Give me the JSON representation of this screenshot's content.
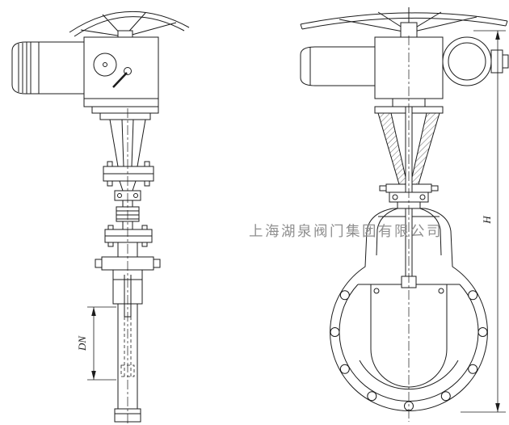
{
  "watermark": {
    "text": "上海湖泉阀门集团有限公司",
    "color": "#8f8f8f"
  },
  "labels": {
    "dn": "DN",
    "height": "H"
  },
  "drawing": {
    "type": "technical-engineering-drawing",
    "subject": "electric actuated knife gate valve, two orthographic views",
    "line_color": "#1c1c1c",
    "background": "#ffffff"
  }
}
